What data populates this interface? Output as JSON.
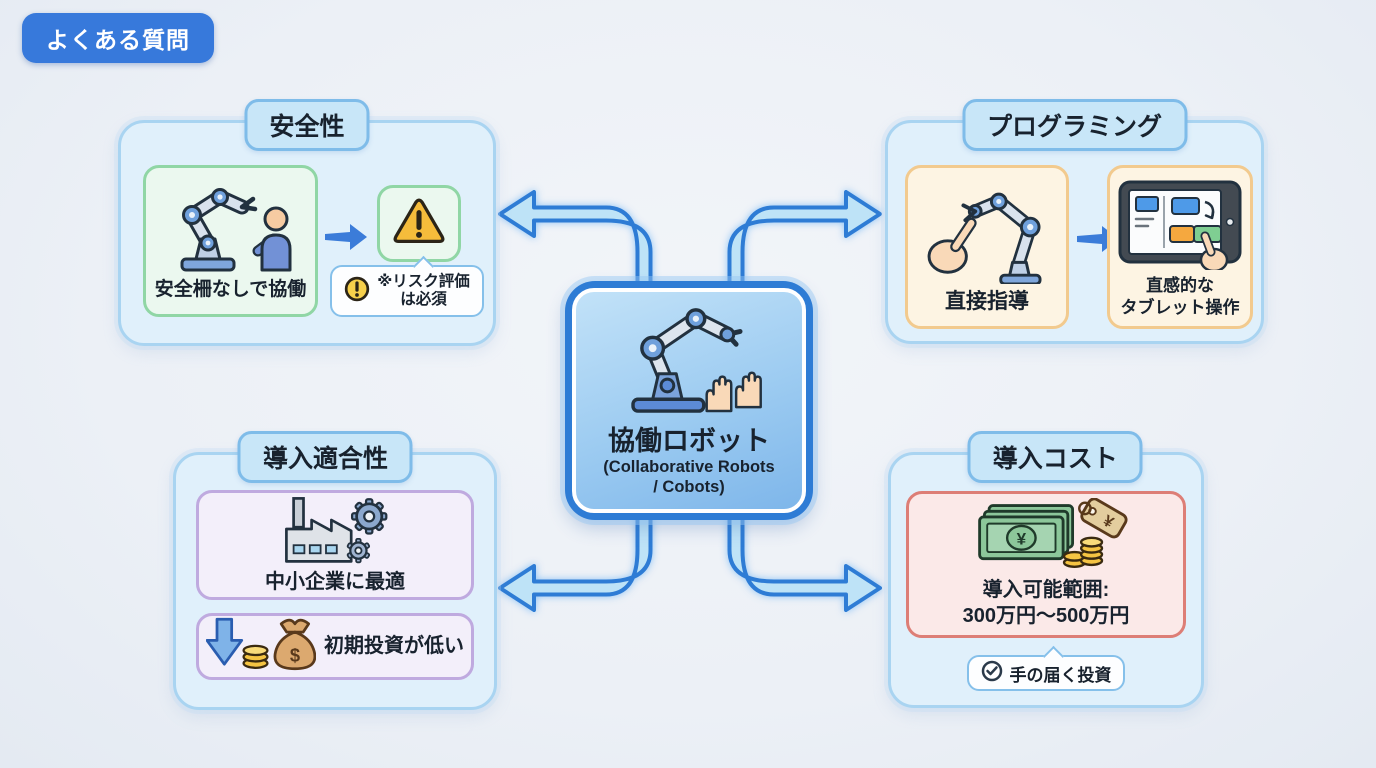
{
  "badge": {
    "label": "よくある質問"
  },
  "center": {
    "icon": "robot-arm-with-human-hands-icon",
    "title": "協働ロボット",
    "subtitle_line1": "(Collaborative Robots",
    "subtitle_line2": "/ Cobots)"
  },
  "panels": {
    "safety": {
      "title": "安全性",
      "card1": {
        "icon": "robot-and-person-icon",
        "caption": "安全柵なしで協働"
      },
      "card2": {
        "icon": "warning-triangle-icon"
      },
      "note": {
        "icon": "alert-circle-icon",
        "line1": "※リスク評価",
        "line2": "は必須"
      }
    },
    "programming": {
      "title": "プログラミング",
      "card1": {
        "icon": "hand-guiding-robot-icon",
        "caption": "直接指導"
      },
      "card2": {
        "icon": "tablet-touch-icon",
        "caption_line1": "直感的な",
        "caption_line2": "タブレット操作"
      }
    },
    "suitability": {
      "title": "導入適合性",
      "card1": {
        "icon": "factory-gears-icon",
        "caption": "中小企業に最適"
      },
      "card2": {
        "icon": "low-investment-icon",
        "caption": "初期投資が低い"
      }
    },
    "cost": {
      "title": "導入コスト",
      "card1": {
        "icon": "money-coins-price-tag-icon",
        "caption_line1": "導入可能範囲:",
        "caption_line2": "300万円〜500万円"
      },
      "note": {
        "icon": "check-circle-icon",
        "label": "手の届く投資"
      }
    }
  },
  "colors": {
    "background": "#ECF1F6",
    "text": "#18222E",
    "badge_bg": "#3779DB",
    "panel_fill": "#E0F0FB",
    "panel_border": "#A9D4F1",
    "pill_fill": "#C8E6F8",
    "pill_border": "#7FBCE9",
    "green_fill": "#EBF8EF",
    "green_border": "#90D6A5",
    "orange_fill": "#FDF4E3",
    "orange_border": "#F2CA8E",
    "purple_fill": "#F3EFFA",
    "purple_border": "#BFAADF",
    "red_fill": "#FBE9E8",
    "red_border": "#DD7E76",
    "center_border": "#2E7CD5",
    "arrow_fill": "#BEE3F7",
    "arrow_stroke": "#2E7CD5",
    "mini_arrow": "#3B7CD9",
    "warning_yellow": "#F5BC3B"
  }
}
